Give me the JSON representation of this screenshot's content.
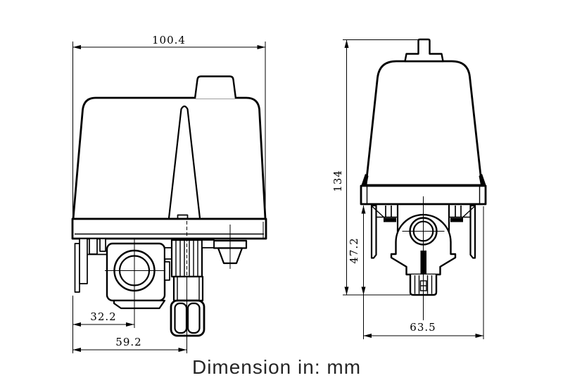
{
  "colors": {
    "background": "#ffffff",
    "line": "#000000",
    "dimension_text": "#000000",
    "caption_text": "#262626"
  },
  "caption": "Dimension in: mm",
  "dimensions": {
    "side_width": "100.4",
    "side_port_offset": "32.2",
    "side_stem_offset": "59.2",
    "front_height": "134",
    "front_lower_height": "47.2",
    "front_base_width": "63.5"
  }
}
